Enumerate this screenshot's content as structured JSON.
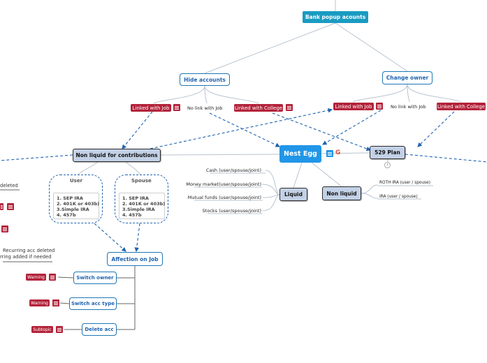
{
  "nodes": {
    "bank_popup": "Bank popup acounts",
    "hide_accounts": "Hide accounts",
    "change_owner": "Change owner",
    "linked_job_1": "Linked with Job",
    "no_link_job_1": "No link with Job",
    "linked_college_1": "Linked with College",
    "linked_job_2": "Linked with Job",
    "no_link_job_2": "No link with Job",
    "linked_college_2": "Linked with College",
    "nest_egg": "Nest Egg",
    "plan_529": "529 Plan",
    "non_liquid_contrib": "Non liquid for contributions",
    "liquid": "Liquid",
    "non_liquid": "Non liquid",
    "affection_on_job": "Affection on Job",
    "switch_owner": "Switch owner",
    "switch_acc_type": "Switch acc type",
    "delete_acc": "Delete acc",
    "warning_1": "Warning",
    "warning_2": "Warning",
    "subtopic": "Subtopic"
  },
  "liquid_items": [
    "Cash (user/spouse/joint)",
    "Money market(user/spouse/joint)",
    "Mutual funds  (user/spouse/joint)",
    "Stocks (user/spouse/joint)"
  ],
  "non_liquid_items": [
    "ROTH IRA (user / spouse)",
    "IRA (user / spouse)"
  ],
  "user_group": {
    "title": "User",
    "items": [
      "1. SEP IRA",
      "2. 401K or 403b)",
      "3.Simple IRA",
      "4. 457b"
    ]
  },
  "spouse_group": {
    "title": "Spouse",
    "items": [
      "1. SEP IRA",
      "2. 401K or 403b)",
      "3.Simple IRA",
      "4. 457b"
    ]
  },
  "left_texts": {
    "deleted": "deleted",
    "recurring_1": "Recurring acc deleted",
    "recurring_2": "rring added if needed"
  },
  "icons": {
    "note": "note-icon",
    "google": "google-icon",
    "clock": "clock-icon"
  },
  "colors": {
    "nest_egg": "#2196e8",
    "teal": "#1a9bc2",
    "red_tag": "#b3233a",
    "dark_box_fill": "#c3d1e6",
    "outline_blue": "#1f77b4",
    "connector": "#b8c4d0"
  }
}
